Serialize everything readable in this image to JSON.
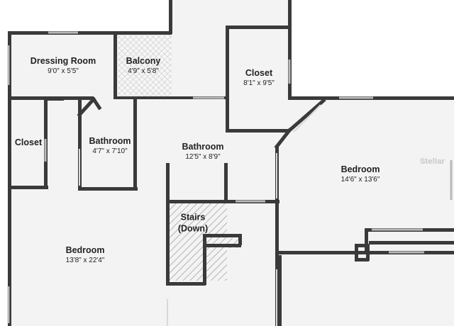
{
  "watermark": "Stellar",
  "rooms": {
    "dressing_room": {
      "name": "Dressing Room",
      "dims": "9'0\" x 5'5\""
    },
    "balcony": {
      "name": "Balcony",
      "dims": "4'9\" x 5'8\""
    },
    "closet_upper": {
      "name": "Closet",
      "dims": "8'1\" x 9'5\""
    },
    "closet_left": {
      "name": "Closet",
      "dims": ""
    },
    "bathroom_small": {
      "name": "Bathroom",
      "dims": "4'7\" x 7'10\""
    },
    "bathroom_main": {
      "name": "Bathroom",
      "dims": "12'5\" x 8'9\""
    },
    "bedroom_right": {
      "name": "Bedroom",
      "dims": "14'6\" x 13'6\""
    },
    "stairs": {
      "name": "Stairs\n(Down)",
      "dims": ""
    },
    "bedroom_left": {
      "name": "Bedroom",
      "dims": "13'8\" x 22'4\""
    }
  },
  "colors": {
    "wall": "#3a3a3a",
    "floor": "#f3f3f3",
    "window": "#b9b9b9",
    "hatch": "#8a8a8a"
  }
}
